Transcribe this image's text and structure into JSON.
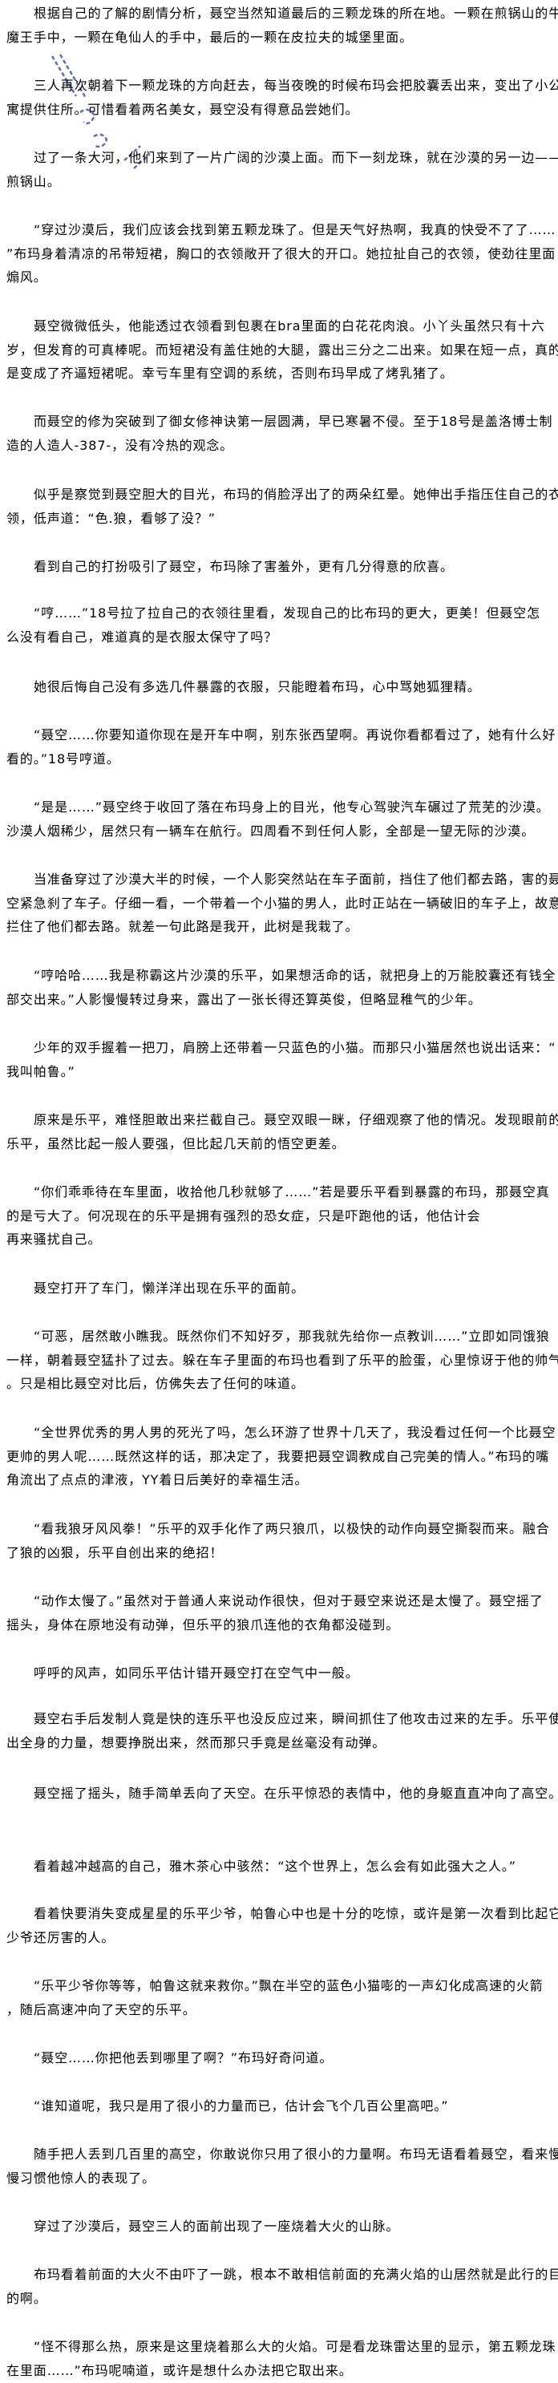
{
  "paragraphs": [
    {
      "lines": [
        "根据自己的了解的剧情分析，聂空当然知道最后的三颗龙珠的所在地。一颗在煎锅山的牛",
        "魔王手中，一颗在龟仙人的手中，最后的一颗在皮拉夫的城堡里面。"
      ]
    },
    {
      "lines": [
        "三人再次朝着下一颗龙珠的方向赶去，每当夜晚的时候布玛会把胶囊丢出来，变出了小公",
        "寓提供住所。可惜看着两名美女，聂空没有得意品尝她们。"
      ]
    },
    {
      "lines": [
        "过了一条大河，他们来到了一片广阔的沙漠上面。而下一刻龙珠，就在沙漠的另一边——",
        "煎锅山。"
      ]
    },
    {
      "lines": [
        "“穿过沙漠后，我们应该会找到第五颗龙珠了。但是天气好热啊，我真的快受不了了……",
        "”布玛身着清凉的吊带短裙，胸口的衣领敞开了很大的开口。她拉扯自己的衣领，使劲往里面",
        "煽风。"
      ]
    },
    {
      "lines": [
        "聂空微微低头，他能透过衣领看到包裹在bra里面的白花花肉浪。小丫头虽然只有十六",
        "岁，但发育的可真棒呢。而短裙没有盖住她的大腿，露出三分之二出来。如果在短一点，真的",
        "是变成了齐逼短裙呢。幸亏车里有空调的系统，否则布玛早成了烤乳猪了。"
      ]
    },
    {
      "lines": [
        "而聂空的修为突破到了御女修神诀第一层圆满，早已寒暑不侵。至于18号是盖洛博士制",
        "造的人造人-387-，没有冷热的观念。"
      ]
    },
    {
      "lines": [
        "似乎是察觉到聂空胆大的目光，布玛的俏脸浮出了的两朵红晕。她伸出手指压住自己的衣",
        "领，低声道：“色.狼，看够了没？”"
      ]
    },
    {
      "lines": [
        "看到自己的打扮吸引了聂空，布玛除了害羞外，更有几分得意的欣喜。"
      ]
    },
    {
      "lines": [
        "“哼……”18号拉了拉自己的衣领往里看，发现自己的比布玛的更大，更美！但聂空怎",
        "么没有看自己，难道真的是衣服太保守了吗？"
      ]
    },
    {
      "lines": [
        "她很后悔自己没有多选几件暴露的衣服，只能瞪着布玛，心中骂她狐狸精。"
      ]
    },
    {
      "lines": [
        "“聂空……你要知道你现在是开车中啊，别东张西望啊。再说你看都看过了，她有什么好",
        "看的。”18号哼道。"
      ]
    },
    {
      "lines": [
        "“是是……”聂空终于收回了落在布玛身上的目光，他专心驾驶汽车碾过了荒芜的沙漠。",
        "沙漠人烟稀少，居然只有一辆车在航行。四周看不到任何人影，全部是一望无际的沙漠。"
      ]
    },
    {
      "lines": [
        "当准备穿过了沙漠大半的时候，一个人影突然站在车子面前，挡住了他们都去路，害的聂",
        "空紧急刹了车子。仔细一看，一个带着一个小猫的男人，此时正站在一辆破旧的车子上，故意",
        "拦住了他们都去路。就差一句此路是我开，此树是我栽了。"
      ]
    },
    {
      "lines": [
        "“哼哈哈……我是称霸这片沙漠的乐平，如果想活命的话，就把身上的万能胶囊还有钱全",
        "部交出来。”人影慢慢转过身来，露出了一张长得还算英俊，但略显稚气的少年。"
      ]
    },
    {
      "lines": [
        "少年的双手握着一把刀，肩膀上还带着一只蓝色的小猫。而那只小猫居然也说出话来：“",
        "我叫帕鲁。”"
      ]
    },
    {
      "lines": [
        "原来是乐平，难怪胆敢出来拦截自己。聂空双眼一眯，仔细观察了他的情况。发现眼前的",
        "乐平，虽然比起一般人要强，但比起几天前的悟空更差。"
      ]
    },
    {
      "lines": [
        "“你们乖乖待在车里面，收拾他几秒就够了……”若是要乐平看到暴露的布玛，那聂空真",
        "的是亏大了。何况现在的乐平是拥有强烈的恐女症，只是吓跑他的话，他估计会",
        "再来骚扰自己。"
      ]
    },
    {
      "lines": [
        "聂空打开了车门，懒洋洋出现在乐平的面前。"
      ]
    },
    {
      "lines": [
        "“可恶，居然敢小瞧我。既然你们不知好歹，那我就先给你一点教训……”立即如同饿狼",
        "一样，朝着聂空猛扑了过去。躲在车子里面的布玛也看到了乐平的脸蛋，心里惊讶于他的帅气",
        "。只是相比聂空对比后，仿佛失去了任何的味道。"
      ]
    },
    {
      "lines": [
        "“全世界优秀的男人男的死光了吗，怎么环游了世界十几天了，我没看过任何一个比聂空",
        "更帅的男人呢……既然这样的话，那决定了，我要把聂空调教成自己完美的情人。”布玛的嘴",
        "角流出了点点的津液，YY着日后美好的幸福生活。"
      ]
    },
    {
      "lines": [
        "“看我狼牙风风拳！”乐平的双手化作了两只狼爪，以极快的动作向聂空撕裂而来。融合",
        "了狼的凶狠，乐平自创出来的绝招！"
      ]
    },
    {
      "lines": [
        "“动作太慢了。”虽然对于普通人来说动作很快，但对于聂空来说还是太慢了。聂空摇了",
        "摇头，身体在原地没有动弹，但乐平的狼爪连他的衣角都没碰到。"
      ]
    },
    {
      "lines": [
        "呼呼的风声，如同乐平估计错开聂空打在空气中一般。"
      ]
    },
    {
      "lines": [
        "聂空右手后发制人竟是快的连乐平也没反应过来，瞬间抓住了他攻击过来的左手。乐平使",
        "出全身的力量，想要挣脱出来，然而那只手竟是丝毫没有动弹。"
      ]
    },
    {
      "lines": [
        "聂空摇了摇头，随手简单丢向了天空。在乐平惊恐的表情中，他的身躯直直冲向了高空。"
      ]
    },
    {
      "lines": [
        "看着越冲越高的自己，雅木茶心中骇然：“这个世界上，怎么会有如此强大之人。”"
      ]
    },
    {
      "lines": [
        "看着快要消失变成星星的乐平少爷，帕鲁心中也是十分的吃惊，或许是第一次看到比起它",
        "少爷还厉害的人。"
      ]
    },
    {
      "lines": [
        "“乐平少爷你等等，帕鲁这就来救你。”飘在半空的蓝色小猫嘭的一声幻化成高速的火箭",
        "，随后高速冲向了天空的乐平。"
      ]
    },
    {
      "lines": [
        "“聂空……你把他丢到哪里了啊？”布玛好奇问道。"
      ]
    },
    {
      "lines": [
        "“谁知道呢，我只是用了很小的力量而已，估计会飞个几百公里高吧。”"
      ]
    },
    {
      "lines": [
        "随手把人丢到几百里的高空，你敢说你只用了很小的力量啊。布玛无语看着聂空，看来慢",
        "慢习惯他惊人的表现了。"
      ]
    },
    {
      "lines": [
        "穿过了沙漠后，聂空三人的面前出现了一座烧着大火的山脉。"
      ]
    },
    {
      "lines": [
        "布玛看着前面的大火不由吓了一跳，根本不敢相信前面的充满火焰的山居然就是此行的目",
        "的啊。"
      ]
    },
    {
      "lines": [
        "“怪不得那么热，原来是这里烧着那么大的火焰。可是看龙珠雷达里的显示，第五颗龙珠",
        "在里面……”布玛呢喃道，或许是想什么办法把它取出来。"
      ]
    }
  ],
  "colors": {
    "text": "#000000",
    "background": "#ffffff",
    "watermark": "#2b3f8c"
  }
}
